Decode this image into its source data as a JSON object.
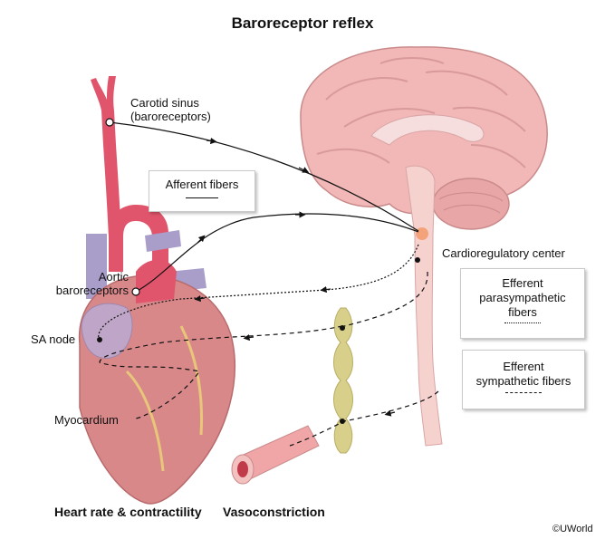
{
  "title": "Baroreceptor reflex",
  "labels": {
    "carotid_sinus": "Carotid sinus",
    "carotid_sinus_sub": "(baroreceptors)",
    "aortic": "Aortic",
    "aortic_sub": "baroreceptors",
    "sa_node": "SA node",
    "myocardium": "Myocardium",
    "cardio_center": "Cardioregulatory center"
  },
  "legend": {
    "afferent": {
      "label": "Afferent fibers",
      "line_style": "solid"
    },
    "parasympathetic": {
      "line1": "Efferent",
      "line2": "parasympathetic",
      "line3": "fibers",
      "line_style": "dotted"
    },
    "sympathetic": {
      "line1": "Efferent",
      "line2": "sympathetic fibers",
      "line_style": "dashed"
    }
  },
  "bottom_labels": {
    "heart": "Heart rate & contractility",
    "vaso": "Vasoconstriction"
  },
  "copyright": "©UWorld",
  "colors": {
    "brain": "#f2b7b7",
    "artery": "#e0556b",
    "vein": "#a99ec9",
    "heart": "#d9888a",
    "ganglia": "#d8cf8a",
    "cardio_center": "#f4a27a"
  }
}
